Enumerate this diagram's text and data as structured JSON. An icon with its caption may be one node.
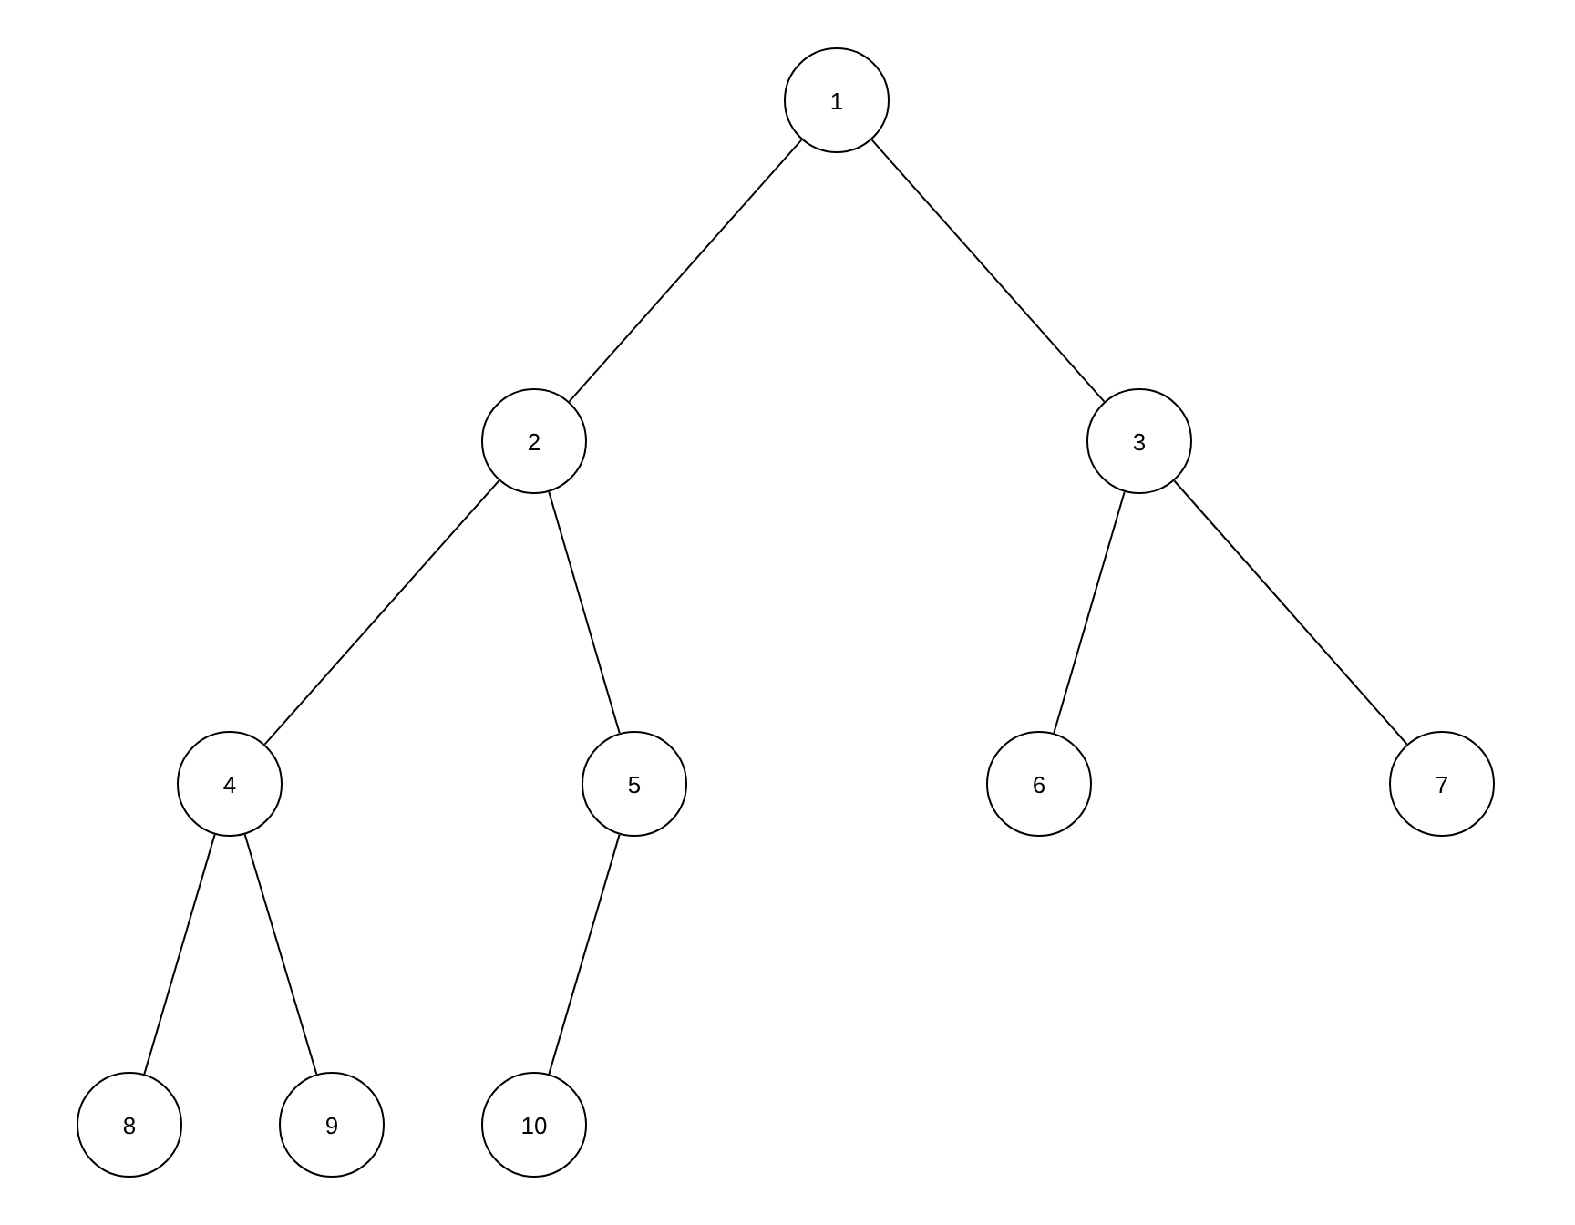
{
  "diagram": {
    "nodes": [
      {
        "text": [
          "1"
        ]
      },
      {
        "text": [
          "2"
        ]
      },
      {
        "text": [
          "3"
        ]
      },
      {
        "text": [
          "4"
        ]
      },
      {
        "text": [
          "5"
        ]
      },
      {
        "text": [
          "6"
        ]
      },
      {
        "text": [
          "7"
        ]
      },
      {
        "text": [
          "8"
        ]
      },
      {
        "text": [
          "9"
        ]
      },
      {
        "text": [
          "10"
        ]
      }
    ],
    "edges": [
      {
        "from": 0,
        "to": 1,
        "arrow": "none"
      },
      {
        "from": 0,
        "to": 2,
        "arrow": "none"
      },
      {
        "from": 1,
        "to": 3,
        "arrow": "none"
      },
      {
        "from": 1,
        "to": 4,
        "arrow": "none"
      },
      {
        "from": 2,
        "to": 5,
        "arrow": "none"
      },
      {
        "from": 2,
        "to": 6,
        "arrow": "none"
      },
      {
        "from": 3,
        "to": 7,
        "arrow": "none"
      },
      {
        "from": 3,
        "to": 8,
        "arrow": "none"
      },
      {
        "from": 4,
        "to": 9,
        "arrow": "none"
      }
    ]
  }
}
